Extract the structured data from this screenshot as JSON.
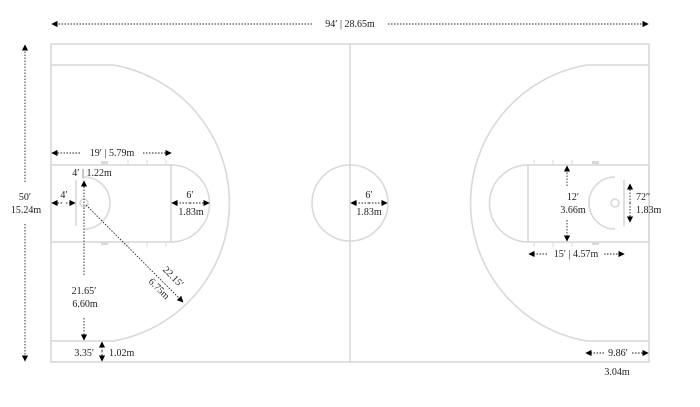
{
  "diagram": {
    "type": "basketball-court-dimensions",
    "colors": {
      "court_lines": "#d9d9d9",
      "dimension_lines": "#222222",
      "background": "#ffffff"
    },
    "labels": {
      "court_length": "94′ | 28.65m",
      "court_width_ft": "50′",
      "court_width_m": "15.24m",
      "three_pt_side_from_baseline": "19′ | 5.79m",
      "backboard_to_hoop_label": "4′ | 1.22m",
      "baseline_to_backboard": "4′",
      "ft_circle_radius_ft": "6′",
      "ft_circle_radius_m": "1.83m",
      "three_pt_corner_depth_ft": "21.65′",
      "three_pt_corner_depth_m": "6.60m",
      "three_pt_radius_ft": "22.15′",
      "three_pt_radius_m": "6.75m",
      "corner_three_ft": "3.35′",
      "corner_three_m": "1.02m",
      "center_circle_radius_ft": "6′",
      "center_circle_radius_m": "1.83m",
      "lane_width_ft": "12′",
      "lane_width_m": "3.66m",
      "backboard_width_ft": "72″",
      "backboard_width_m": "1.83m",
      "ft_line_distance": "15′ | 4.57m",
      "restricted_area_ft": "9.86′",
      "restricted_area_m": "3.04m"
    }
  }
}
